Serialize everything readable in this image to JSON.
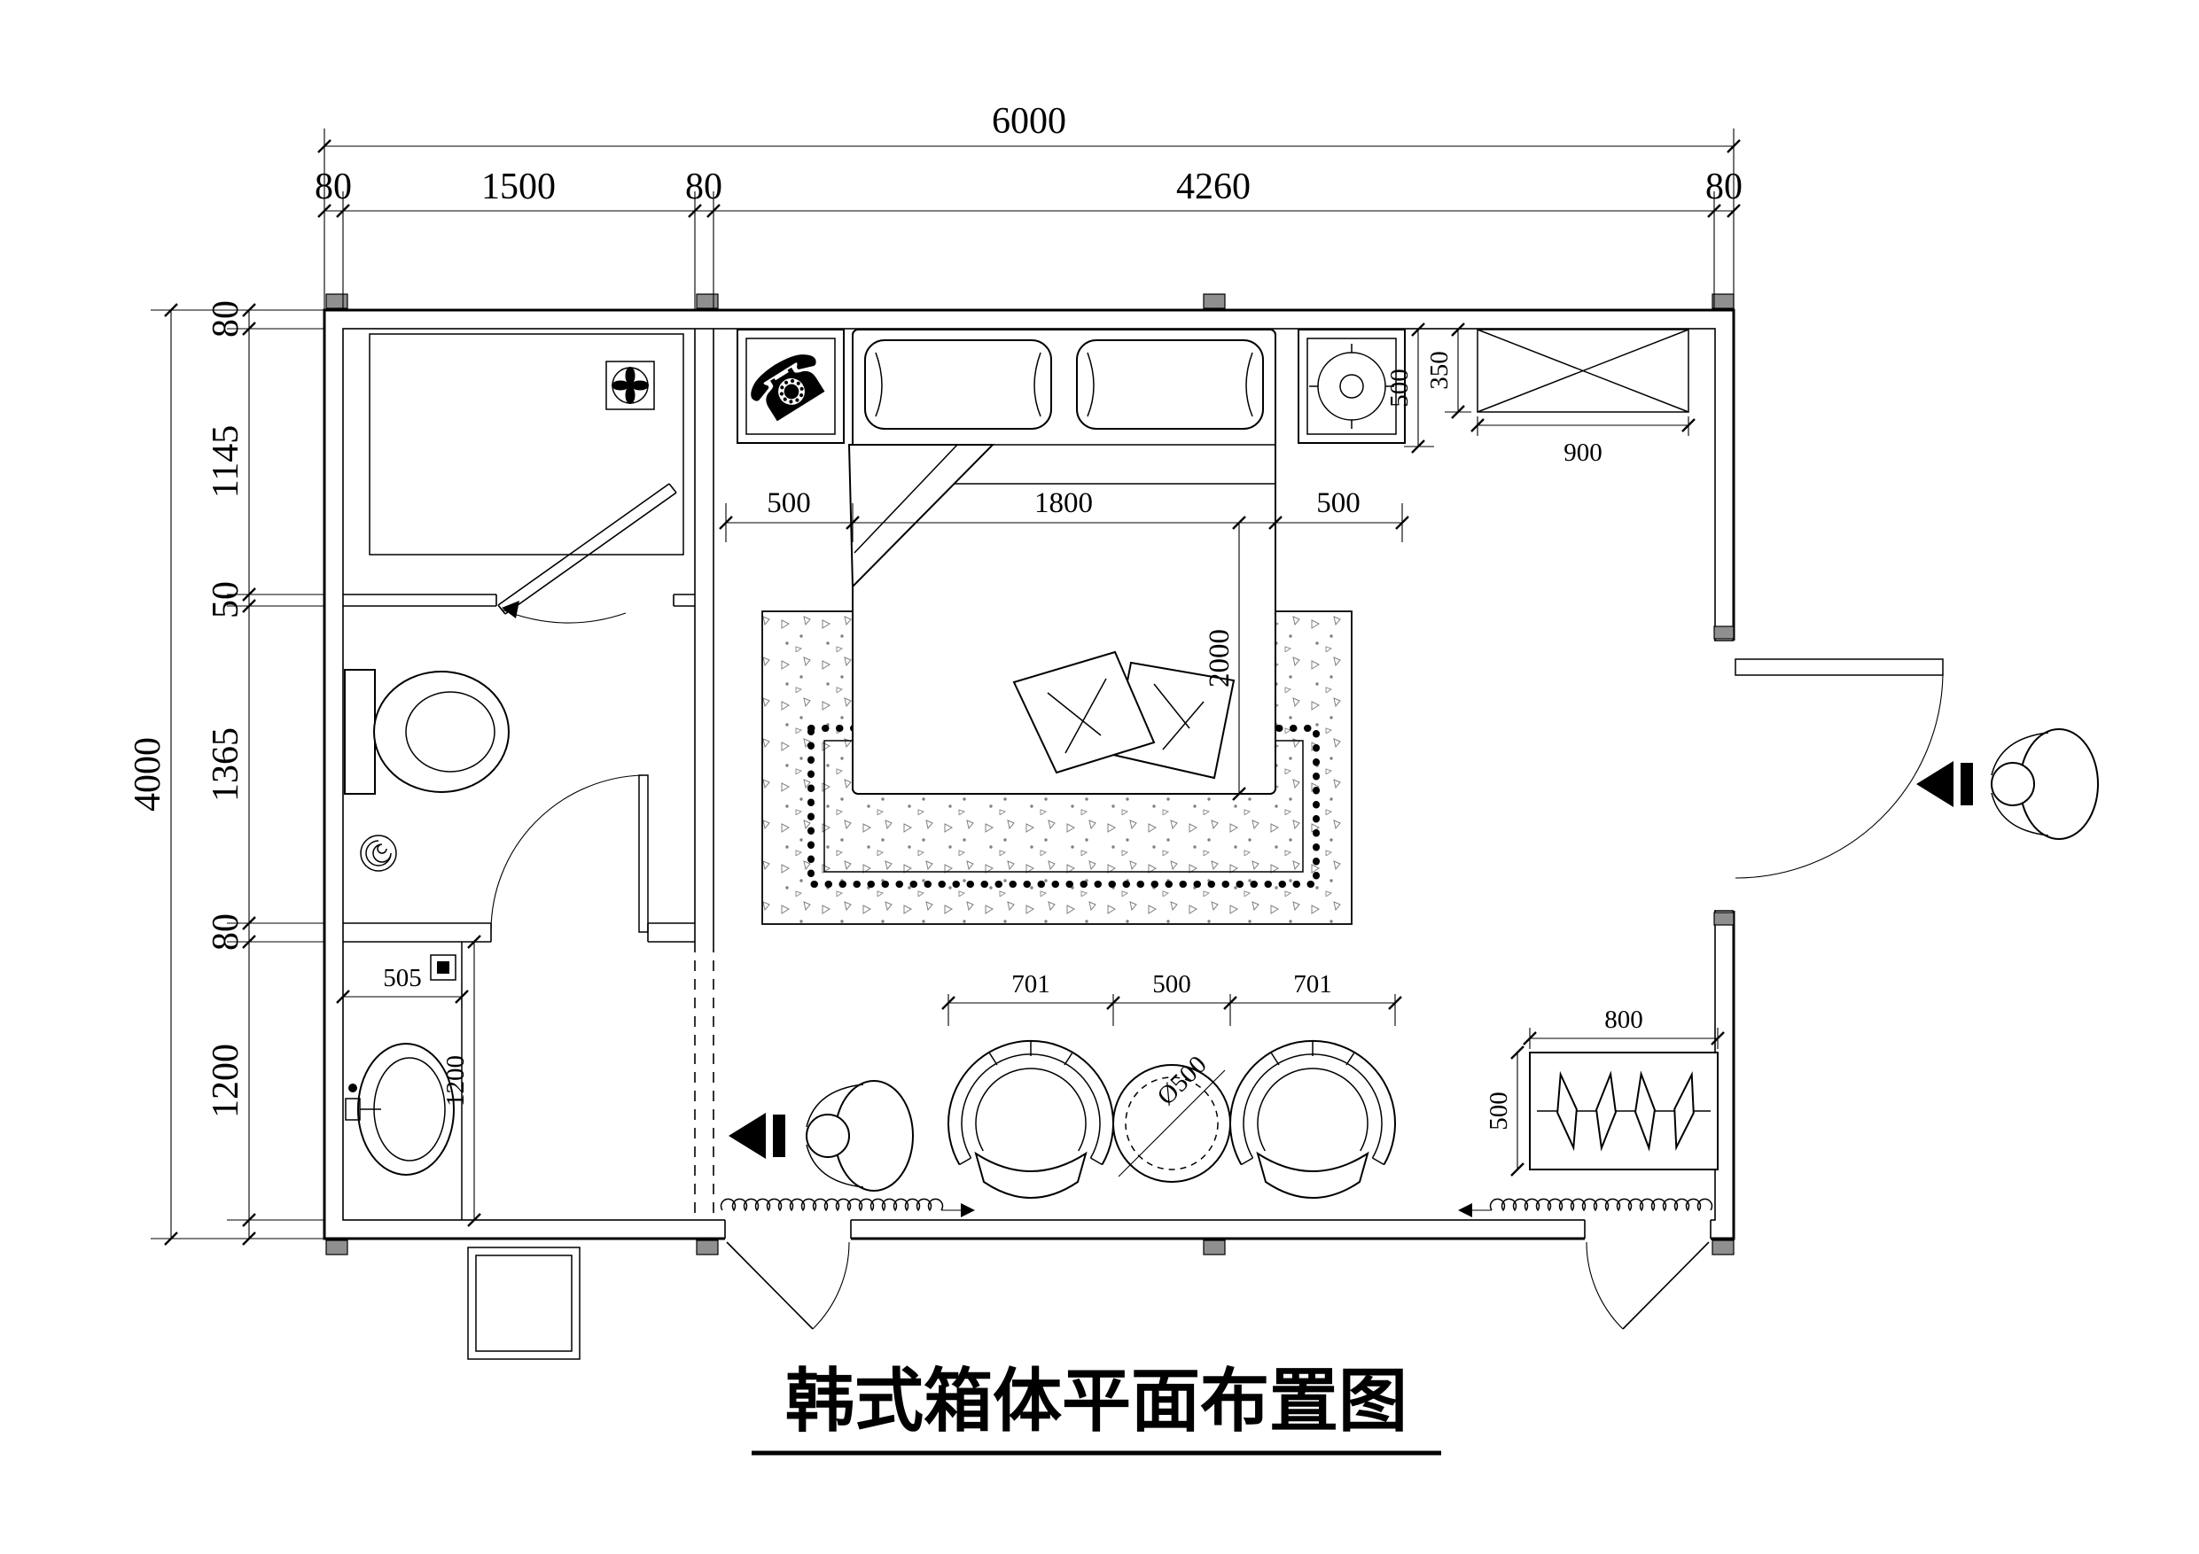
{
  "title": "韩式箱体平面布置图",
  "dimensions": {
    "overall_width": "6000",
    "overall_height": "4000",
    "top_chain": [
      "80",
      "1500",
      "80",
      "4260",
      "80"
    ],
    "left_chain": [
      "80",
      "1145",
      "50",
      "1365",
      "80",
      "1200"
    ],
    "bed_chain": [
      "500",
      "1800",
      "500"
    ],
    "bed_length": "2000",
    "nightstand_depth": "500",
    "cabinet_depth": "350",
    "cabinet_width": "900",
    "vanity_width": "505",
    "vanity_depth": "1200",
    "seating_chain": [
      "701",
      "500",
      "701"
    ],
    "table_diameter": "Ø500",
    "wardrobe_width": "800",
    "wardrobe_depth": "500"
  }
}
